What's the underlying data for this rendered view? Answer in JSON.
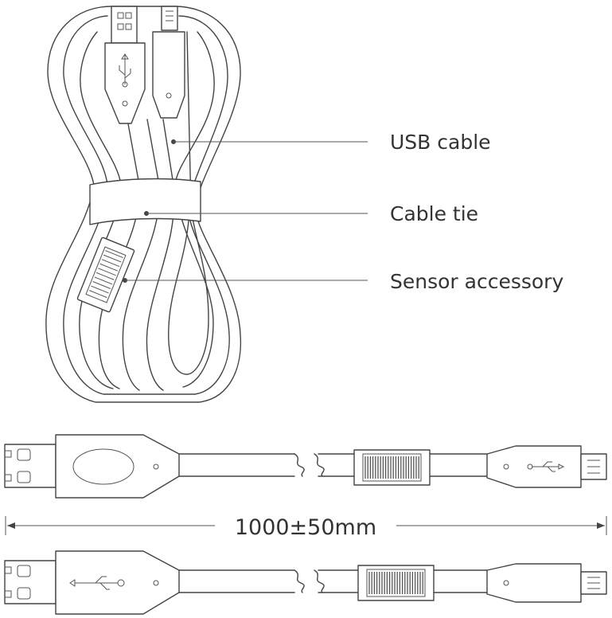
{
  "callouts": {
    "usb_cable": "USB cable",
    "cable_tie": "Cable tie",
    "sensor_accessory": "Sensor accessory"
  },
  "dimension": {
    "length": "1000±50mm"
  },
  "icons": [
    "usb-icon",
    "barcode-icon"
  ]
}
